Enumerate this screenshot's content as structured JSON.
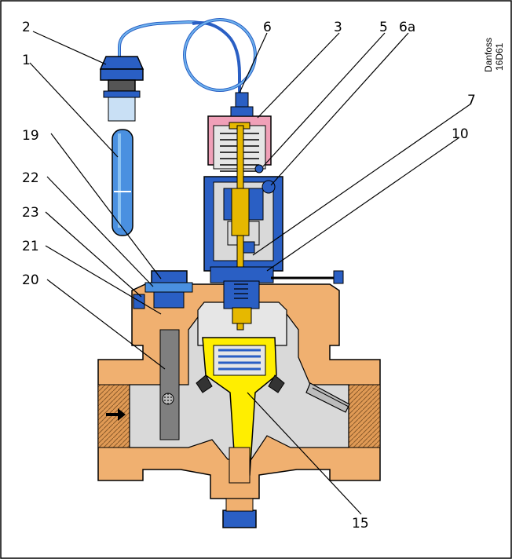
{
  "labels": {
    "l1": "1",
    "l2": "2",
    "l3": "3",
    "l5": "5",
    "l6": "6",
    "l6a": "6a",
    "l7": "7",
    "l10": "10",
    "l15": "15",
    "l19": "19",
    "l20": "20",
    "l21": "21",
    "l22": "22",
    "l23": "23"
  },
  "brand": {
    "name": "Danfoss",
    "code": "16D61"
  },
  "colors": {
    "body_bronze": "#f0b070",
    "flow_gray": "#d9d9d9",
    "actuator_blue": "#2a5fc4",
    "bulb_blue": "#4a90e0",
    "capillary_blue": "#6fb4ee",
    "bellows_pink": "#f0a0b8",
    "spring_chamber_gray": "#e6e6e6",
    "valve_cone_yellow": "#ffee00",
    "stem_gold": "#e6b800",
    "filter_gray": "#7f7f7f"
  },
  "icons": {
    "flow_direction": "arrow-right-icon"
  }
}
